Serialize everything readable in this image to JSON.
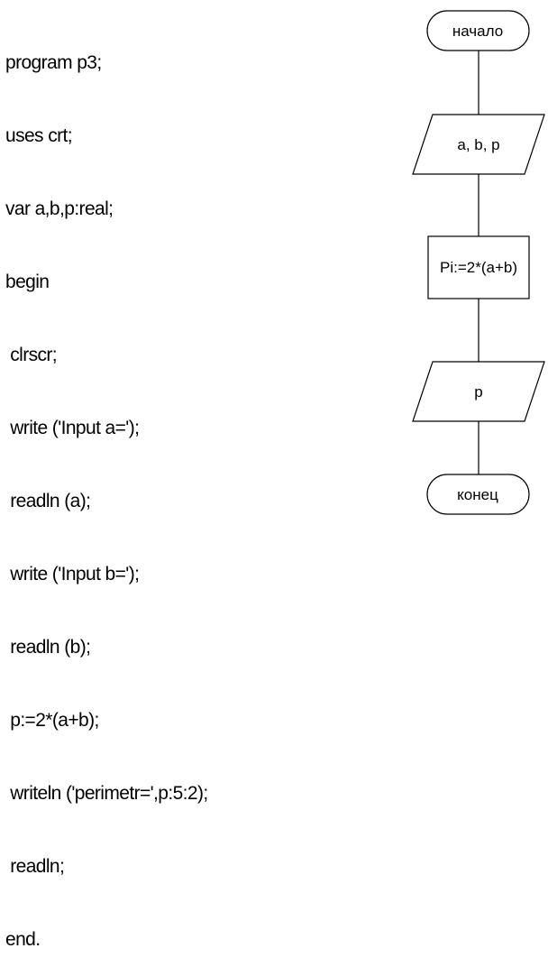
{
  "code": {
    "lines": [
      "program p3;",
      "uses crt;",
      "var a,b,p:real;",
      "begin",
      " clrscr;",
      " write ('Input a=');",
      " readln (a);",
      " write ('Input b=');",
      " readln (b);",
      " p:=2*(a+b);",
      " writeln ('perimetr=',p:5:2);",
      " readln;",
      "end."
    ]
  },
  "flowchart": {
    "start_label": "начало",
    "input_label": "a, b, p",
    "process_label": "Pi:=2*(a+b)",
    "output_label": "p",
    "end_label": "конец"
  }
}
